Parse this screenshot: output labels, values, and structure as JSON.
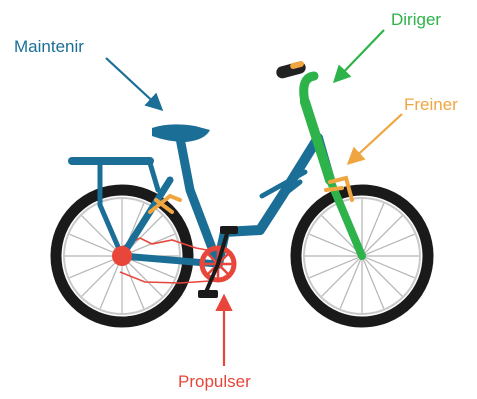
{
  "labels": {
    "maintenir": "Maintenir",
    "diriger": "Diriger",
    "freiner": "Freiner",
    "propulser": "Propulser"
  },
  "colors": {
    "maintenir": "#1b6f96",
    "diriger": "#2db34a",
    "freiner": "#f0a640",
    "propulser": "#e8463b",
    "frame": "#1b6f96",
    "tire": "#1a1a1a",
    "spoke": "#b5b5b5"
  }
}
